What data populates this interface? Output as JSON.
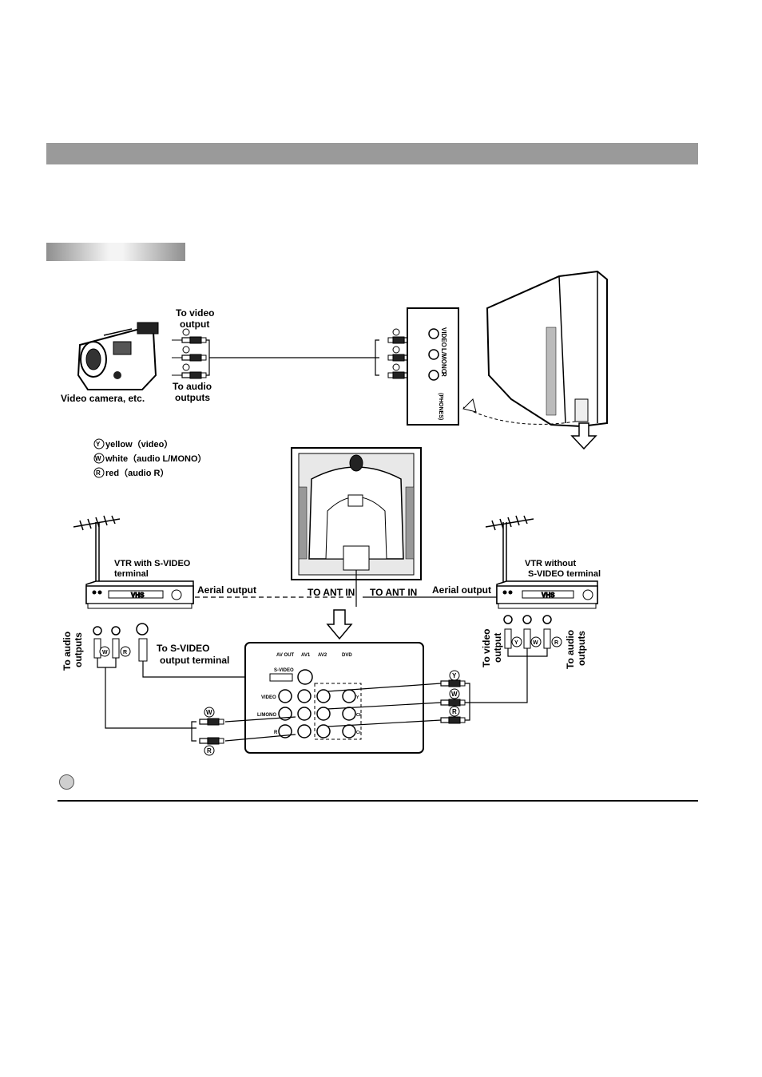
{
  "labels": {
    "to_video_output_1": "To video",
    "to_video_output_2": "output",
    "to_audio_outputs_1": "To audio",
    "to_audio_outputs_2": "outputs",
    "video_camera": "Video camera, etc.",
    "legend_y": "yellow（video）",
    "legend_w": "white（audio L/MONO）",
    "legend_r": "red（audio R）",
    "vtr_with_1": "VTR with S-VIDEO",
    "vtr_with_2": "terminal",
    "vtr_without_1": "VTR without",
    "vtr_without_2": "S-VIDEO terminal",
    "aerial_output_left": "Aerial output",
    "aerial_output_right": "Aerial output",
    "to_ant_in_left": "TO ANT IN",
    "to_ant_in_right": "TO ANT IN",
    "to_audio_left": "To audio",
    "outputs_left": "outputs",
    "to_svideo_1": "To S-VIDEO",
    "to_svideo_2": "output terminal",
    "to_video_right": "To video",
    "output_right": "output",
    "to_audio_right": "To audio",
    "outputs_right": "outputs",
    "vhs": "VHS"
  },
  "badges": {
    "y": "Y",
    "w": "W",
    "r": "R"
  },
  "side_panel": {
    "video": "VIDEO",
    "lmono": "L/MONO",
    "r": "R",
    "phones": "(PHONES)"
  },
  "jack_panel": {
    "av_out": "AV OUT",
    "av1": "AV1",
    "av2": "AV2",
    "dvd": "DVD",
    "svideo": "S-VIDEO",
    "video": "VIDEO",
    "lmono": "L/MONO",
    "r": "R",
    "y_mark": "Y",
    "cb_mark": "Cb",
    "cr_mark": "Cr"
  }
}
